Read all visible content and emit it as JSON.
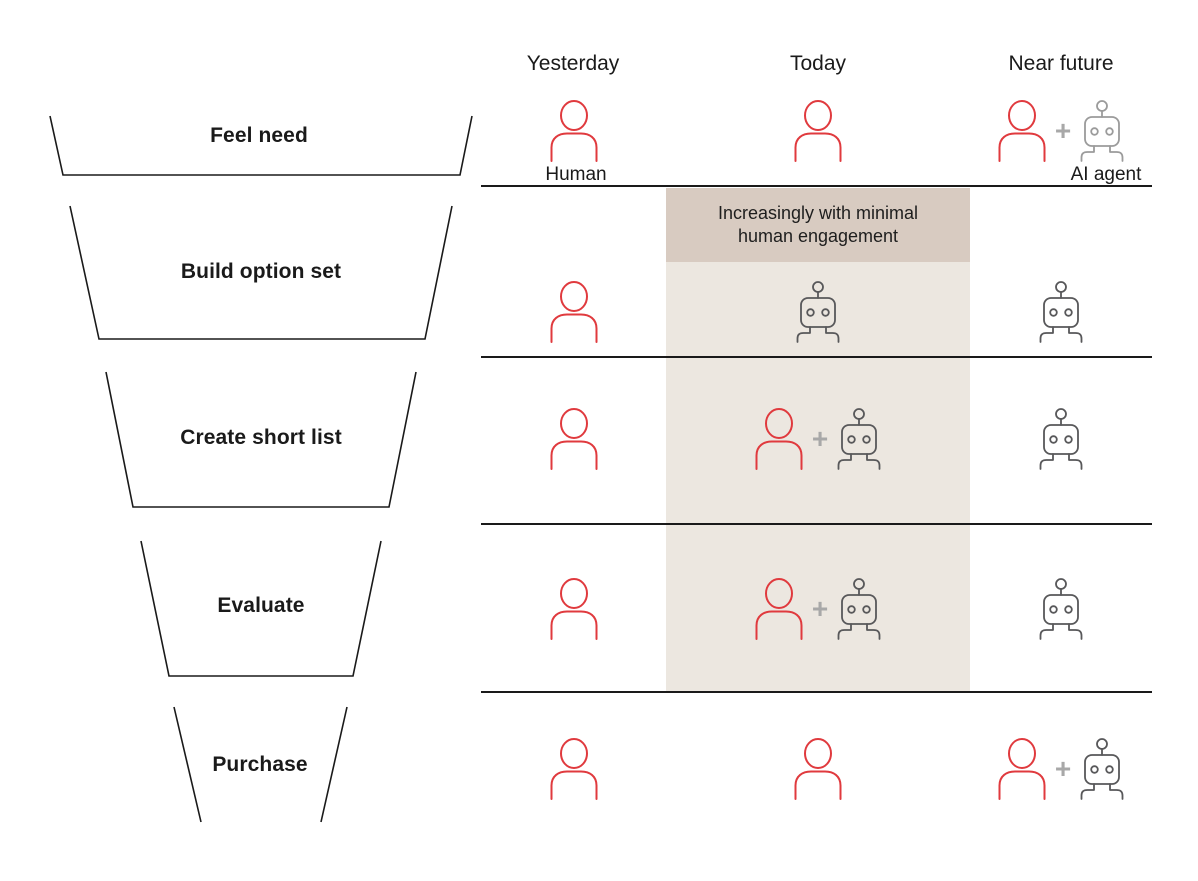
{
  "columns": [
    {
      "label": "Yesterday"
    },
    {
      "label": "Today"
    },
    {
      "label": "Near future"
    }
  ],
  "legend": {
    "human_label": "Human",
    "ai_agent_label": "AI agent"
  },
  "banner": {
    "text": "Increasingly with minimal human engagement"
  },
  "matrix": {
    "columns_keys": [
      "yesterday",
      "today",
      "near_future"
    ],
    "rows": [
      {
        "stage": "Feel need",
        "yesterday": "human",
        "today": "human",
        "near_future": "human+ai"
      },
      {
        "stage": "Build option set",
        "yesterday": "human",
        "today": "ai",
        "near_future": "ai"
      },
      {
        "stage": "Create short list",
        "yesterday": "human",
        "today": "human+ai",
        "near_future": "ai"
      },
      {
        "stage": "Evaluate",
        "yesterday": "human",
        "today": "human+ai",
        "near_future": "ai"
      },
      {
        "stage": "Purchase",
        "yesterday": "human",
        "today": "human",
        "near_future": "human+ai"
      }
    ]
  },
  "icons": {
    "plus": "+",
    "human": "human-icon",
    "ai": "ai-agent-icon"
  },
  "colors": {
    "human": "#e03a3e",
    "ai": "#58585a",
    "ai_light": "#9b9b9b",
    "plus": "#a8a8a8",
    "today_band": "#ece7e0",
    "today_banner": "#d8cbc1",
    "line": "#1a1a1a"
  }
}
